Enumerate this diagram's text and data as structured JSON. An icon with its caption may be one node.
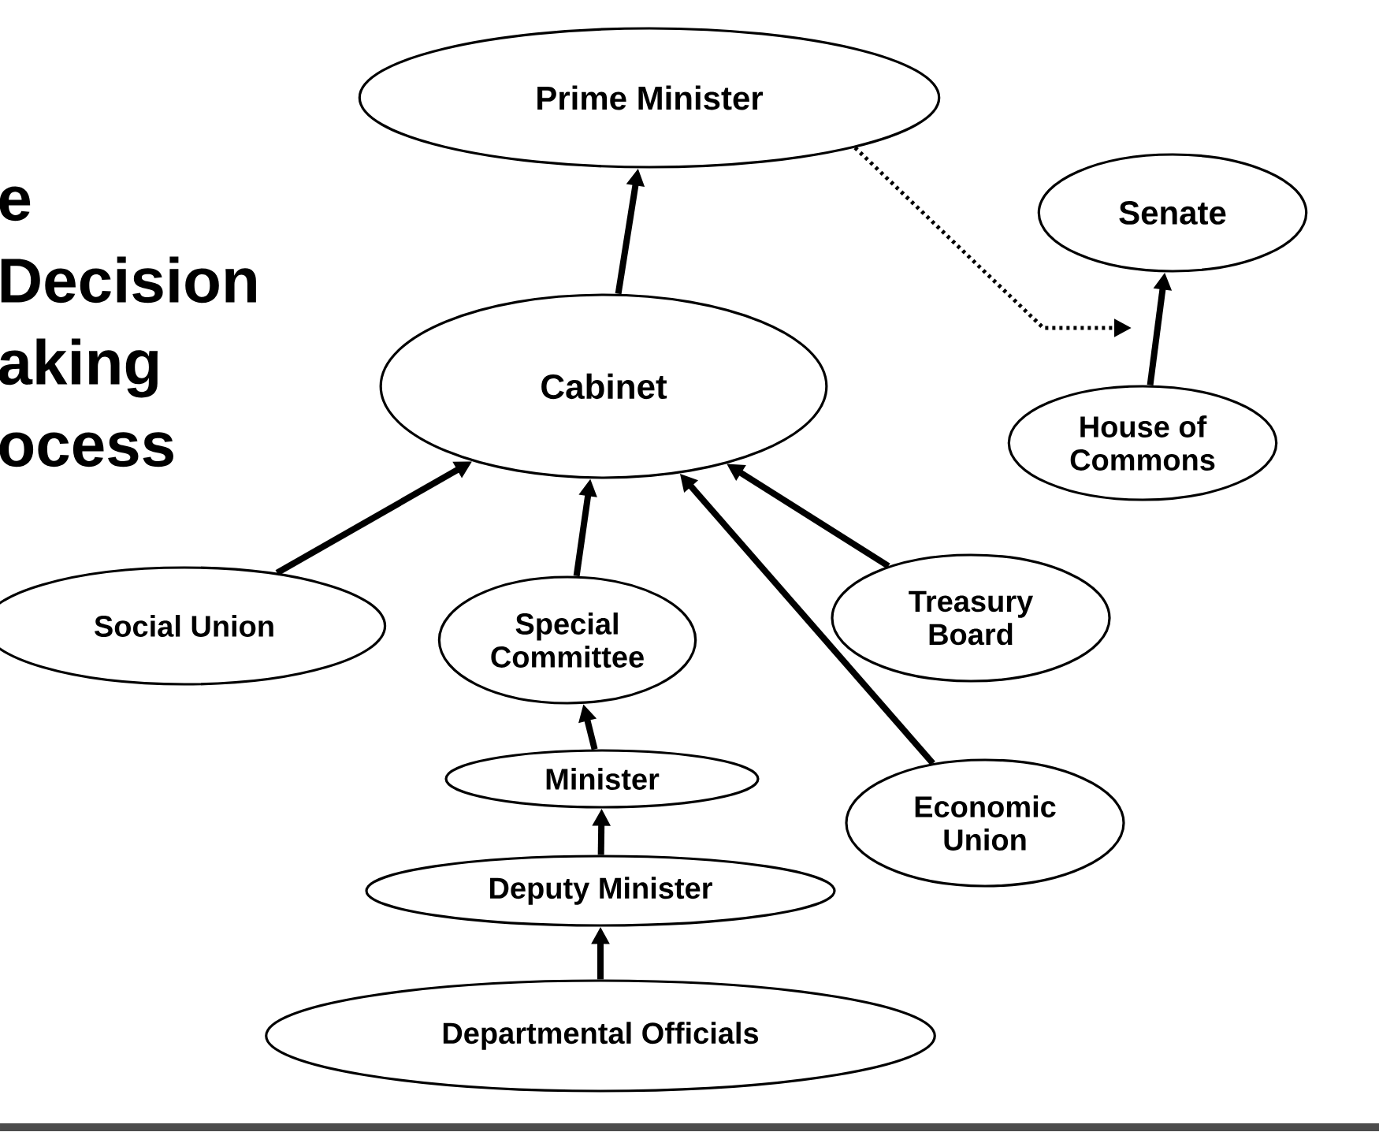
{
  "diagram": {
    "title": "e Decision aking ocess",
    "nodes": [
      {
        "text": [
          "Prime Minister"
        ]
      },
      {
        "text": [
          "Senate"
        ]
      },
      {
        "text": [
          "Cabinet"
        ]
      },
      {
        "text": [
          "House of Commons"
        ]
      },
      {
        "text": [
          "Social Union"
        ]
      },
      {
        "text": [
          "Special Committee"
        ]
      },
      {
        "text": [
          "Treasury Board"
        ]
      },
      {
        "text": [
          "Minister"
        ]
      },
      {
        "text": [
          "Economic Union"
        ]
      },
      {
        "text": [
          "Deputy Minister"
        ]
      },
      {
        "text": [
          "Departmental Officials"
        ]
      }
    ],
    "edges": [
      {
        "from": 2,
        "to": 0,
        "arrow": "to"
      },
      {
        "from": 3,
        "to": 1,
        "arrow": "to"
      },
      {
        "from": 0,
        "to": null,
        "arrow": "to",
        "style": "dashed"
      },
      {
        "from": 4,
        "to": 2,
        "arrow": "to"
      },
      {
        "from": 5,
        "to": 2,
        "arrow": "to"
      },
      {
        "from": 6,
        "to": 2,
        "arrow": "to"
      },
      {
        "from": 8,
        "to": 2,
        "arrow": "to"
      },
      {
        "from": 7,
        "to": 5,
        "arrow": "to"
      },
      {
        "from": 9,
        "to": 7,
        "arrow": "to"
      },
      {
        "from": 10,
        "to": 9,
        "arrow": "to"
      }
    ]
  }
}
